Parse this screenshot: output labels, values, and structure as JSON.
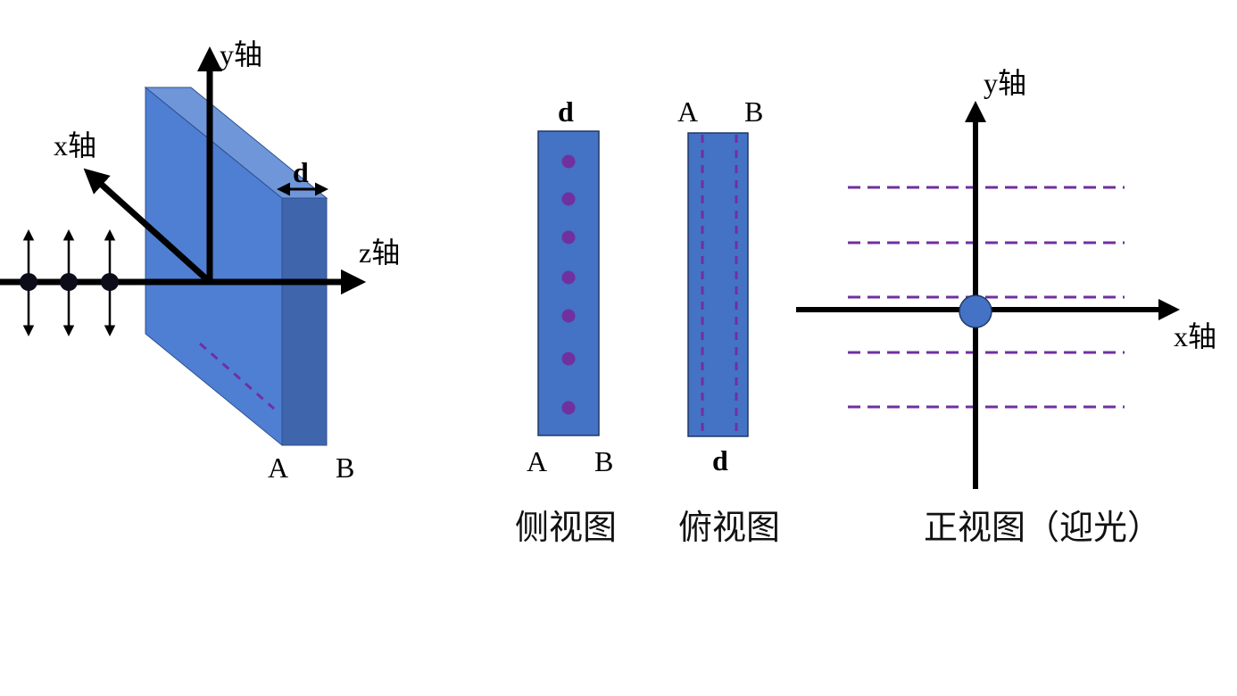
{
  "colors": {
    "slab_front": "#4f7fd2",
    "slab_top": "#6f96d9",
    "slab_side": "#3f66ad",
    "view_fill": "#4472c4",
    "view_stroke": "#1f3864",
    "field_line": "#7030a0",
    "axis": "#000000"
  },
  "perspective_view": {
    "axis_labels": {
      "x": "x轴",
      "y": "y轴",
      "z": "z轴"
    },
    "thickness_label": "d",
    "face_labels": {
      "a": "A",
      "b": "B"
    },
    "light_points": 3
  },
  "side_view": {
    "top_label": "d",
    "bottom_labels": {
      "a": "A",
      "b": "B"
    },
    "caption": "侧视图",
    "dots": 7
  },
  "top_view": {
    "top_labels": {
      "a": "A",
      "b": "B"
    },
    "bottom_label": "d",
    "caption": "俯视图",
    "dashed_lines": 2
  },
  "front_view": {
    "axis_labels": {
      "x": "x轴",
      "y": "y轴"
    },
    "caption": "正视图（迎光）",
    "dashed_lines": 5
  }
}
